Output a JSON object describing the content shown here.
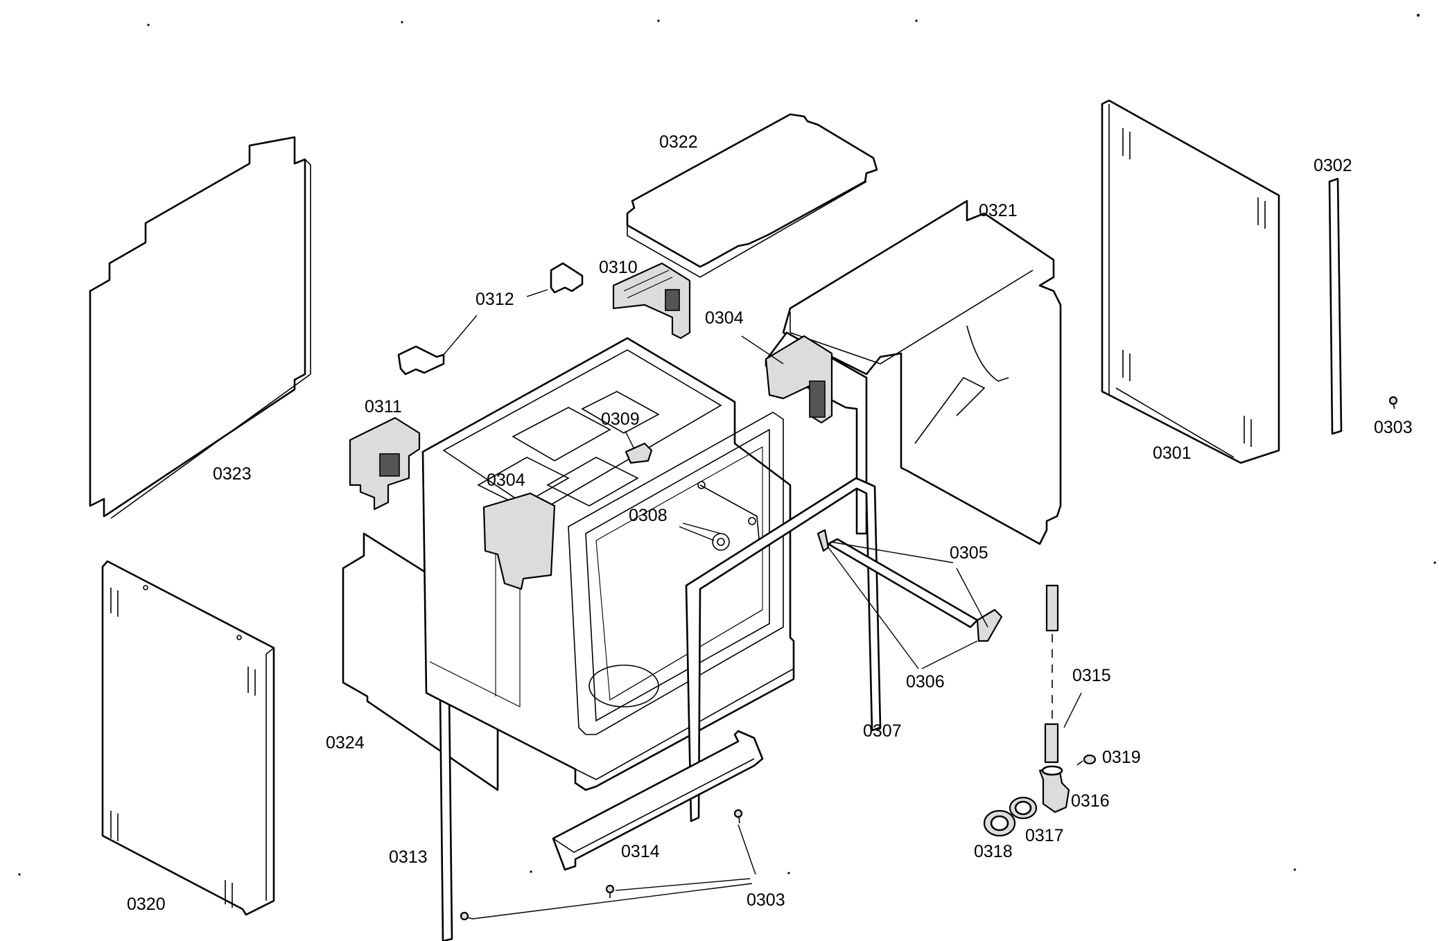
{
  "callouts": {
    "c0301": "0301",
    "c0302": "0302",
    "c0303_right": "0303",
    "c0303_bottom": "0303",
    "c0304_top": "0304",
    "c0304_mid": "0304",
    "c0305": "0305",
    "c0306": "0306",
    "c0307": "0307",
    "c0308": "0308",
    "c0309": "0309",
    "c0310": "0310",
    "c0311": "0311",
    "c0312": "0312",
    "c0313": "0313",
    "c0314": "0314",
    "c0315": "0315",
    "c0316": "0316",
    "c0317": "0317",
    "c0318": "0318",
    "c0319": "0319",
    "c0320": "0320",
    "c0321": "0321",
    "c0322": "0322",
    "c0323": "0323",
    "c0324": "0324"
  }
}
